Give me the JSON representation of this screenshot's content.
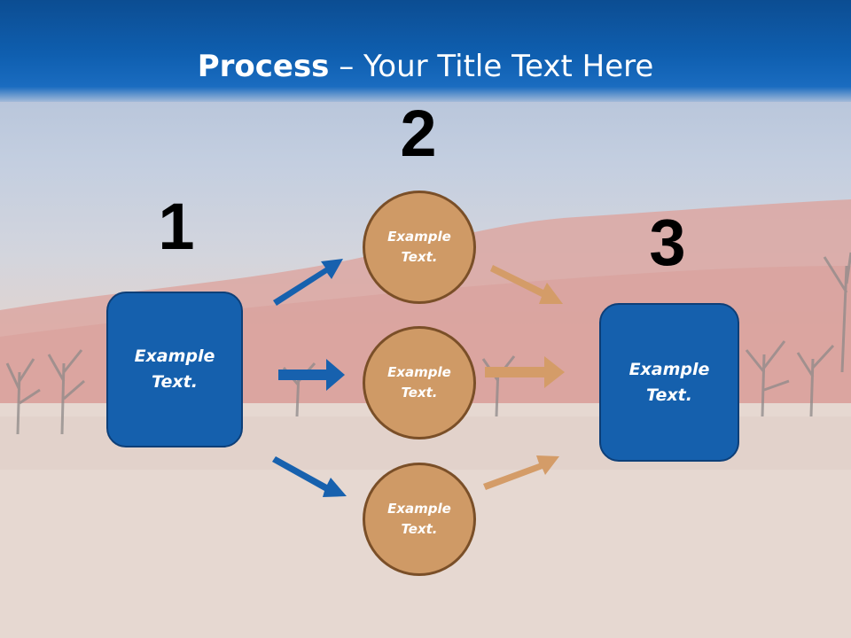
{
  "slide": {
    "title_bold": "Process",
    "title_rest": " – Your Title Text Here"
  },
  "steps": {
    "step1": {
      "number": "1",
      "box_text": "Example\nText."
    },
    "step2": {
      "number": "2",
      "circles": [
        {
          "text": "Example\nText."
        },
        {
          "text": "Example\nText."
        },
        {
          "text": "Example\nText."
        }
      ]
    },
    "step3": {
      "number": "3",
      "box_text": "Example\nText."
    }
  },
  "colors": {
    "header_blue": "#0f5fb0",
    "box_blue": "#1560ad",
    "circle_tan": "#cf9a66",
    "arrow_blue": "#1761ae",
    "arrow_tan": "#d49c68"
  }
}
